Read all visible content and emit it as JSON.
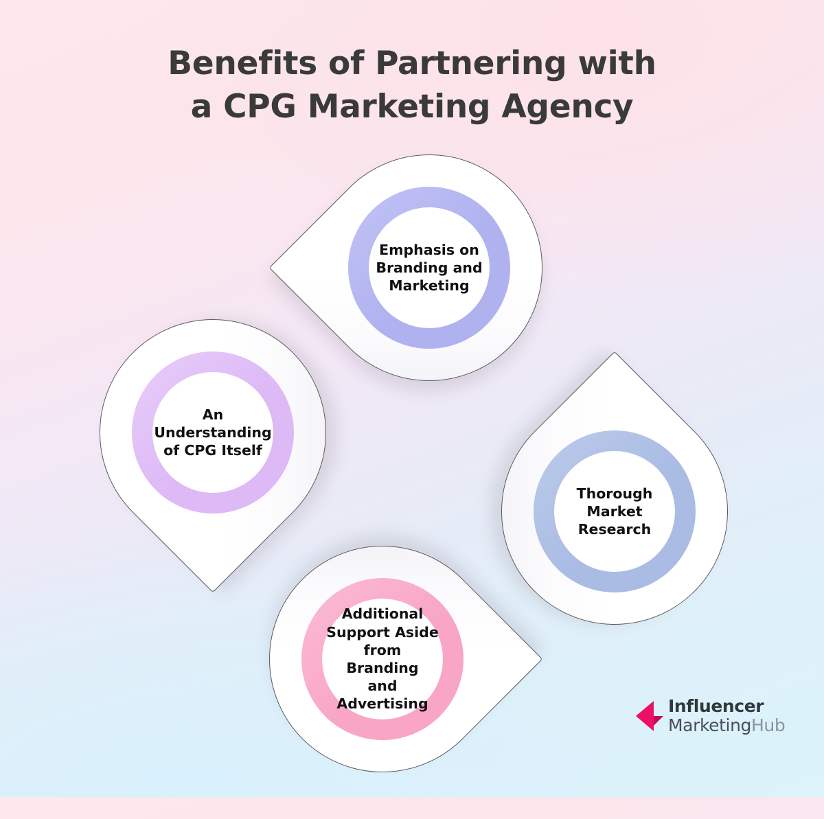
{
  "title": {
    "line1": "Benefits of Partnering with",
    "line2": "a CPG Marketing Agency",
    "color": "#3a3a3a"
  },
  "background": {
    "top_left": "#fde9ec",
    "top_right": "#fde8ec",
    "bottom_left": "#ddf1fa",
    "bottom_right": "#dcf2fb"
  },
  "benefits": [
    {
      "id": "emphasis-on-branding-and-marketing",
      "position": "top",
      "label": "Emphasis on\nBranding and\nMarketing",
      "ring_color": "#b0b2f0",
      "ring_color_light": "#c2c3f5"
    },
    {
      "id": "an-understanding-of-cpg-itself",
      "position": "left",
      "label": "An Understanding\nof CPG Itself",
      "ring_color": "#ddb9f6",
      "ring_color_light": "#e7cdf9"
    },
    {
      "id": "thorough-market-research",
      "position": "right",
      "label": "Thorough Market\nResearch",
      "ring_color": "#aabce4",
      "ring_color_light": "#bccbeb"
    },
    {
      "id": "additional-support-aside-from-branding-and-advertising",
      "position": "bottom",
      "label": "Additional\nSupport Aside\nfrom Branding\nand Advertising",
      "ring_color": "#f9a6c6",
      "ring_color_light": "#fbbcd5"
    }
  ],
  "logo": {
    "influencer": "Influencer",
    "marketing": "Marketing",
    "hub": "Hub",
    "mark_color": "#ec1164",
    "mark_color_dark": "#c30d52"
  }
}
